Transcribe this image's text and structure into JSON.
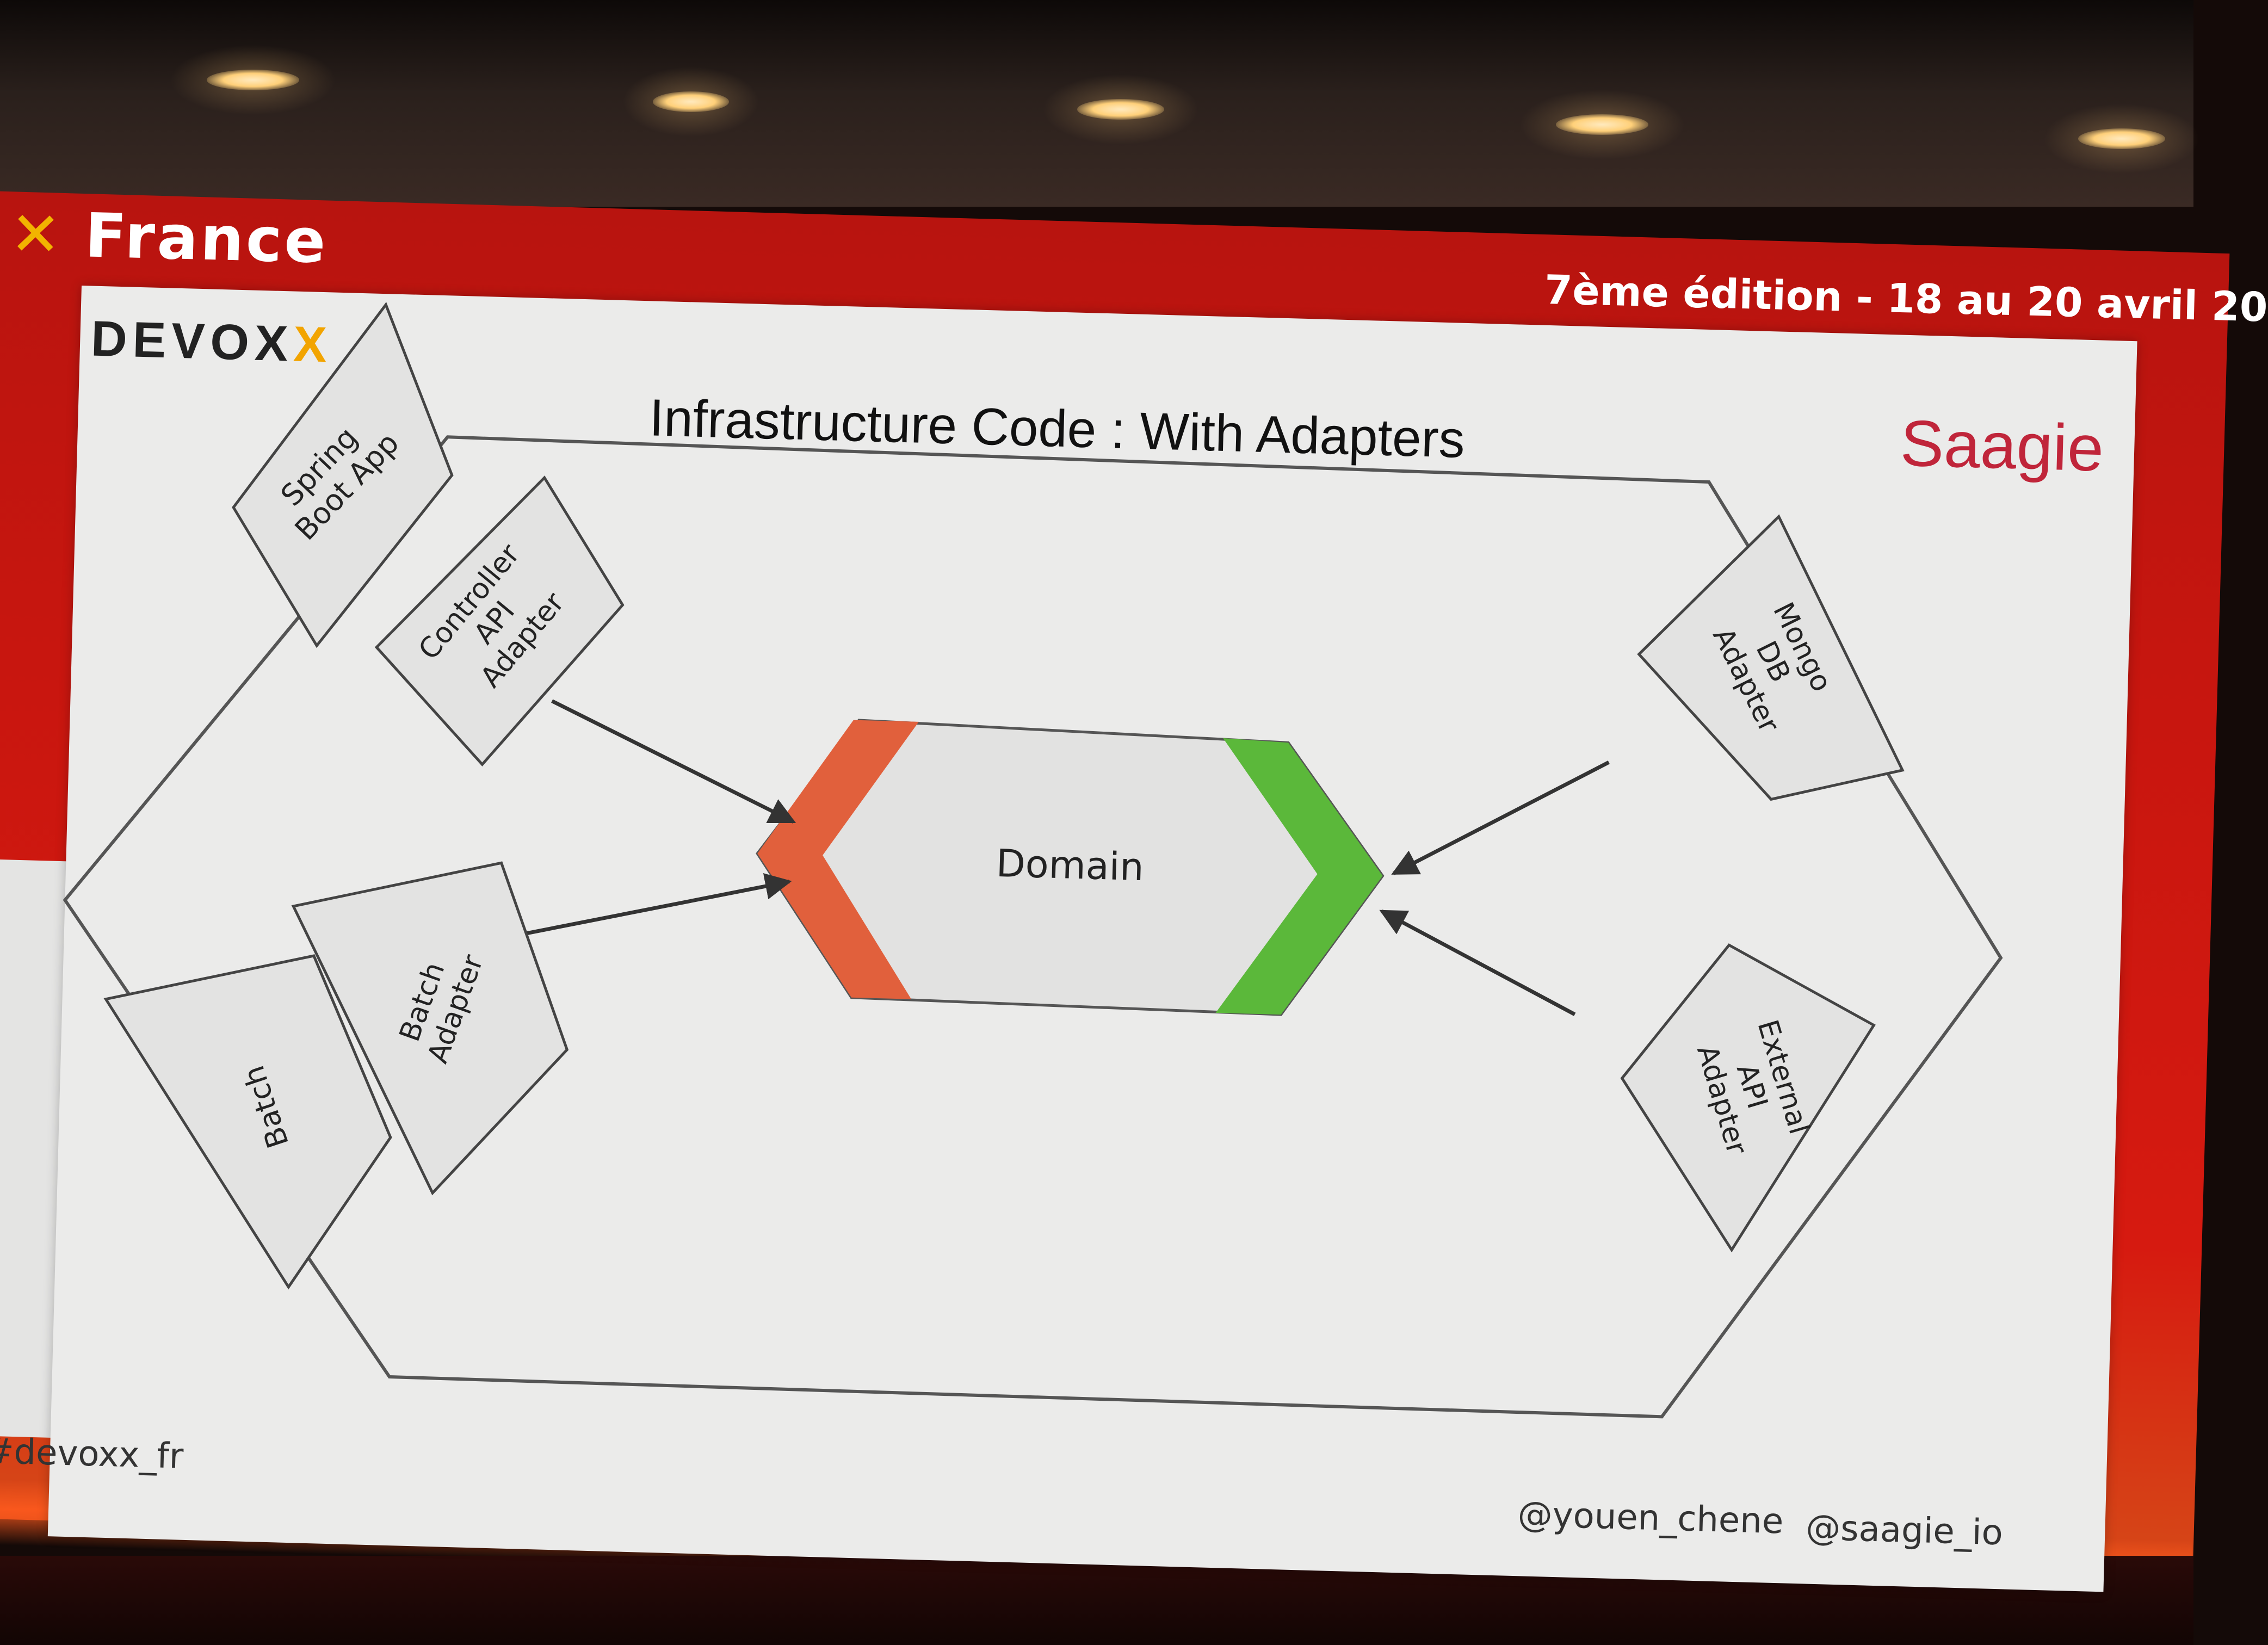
{
  "banner": {
    "brand": "France",
    "edition": "7ème édition - 18 au 20 avril 20"
  },
  "slide": {
    "logo_left": "DEVOX",
    "logo_left_accent": "X",
    "logo_right": "Saagie",
    "title": "Infrastructure Code : With Adapters",
    "hashtag": "#devoxx_fr",
    "handle_speaker": "@youen_chene",
    "handle_company": "@saagie_io"
  },
  "diagram": {
    "domain": "Domain",
    "adapters": [
      {
        "id": "spring-boot-app",
        "lines": [
          "Spring",
          "Boot App"
        ]
      },
      {
        "id": "controller-api-adapter",
        "lines": [
          "Controller",
          "API",
          "Adapter"
        ]
      },
      {
        "id": "batch-adapter",
        "lines": [
          "Batch",
          "Adapter"
        ]
      },
      {
        "id": "batch",
        "lines": [
          "Batch"
        ]
      },
      {
        "id": "mongo-db-adapter",
        "lines": [
          "Mongo",
          "DB",
          "Adapter"
        ]
      },
      {
        "id": "external-api-adapter",
        "lines": [
          "External",
          "API",
          "Adapter"
        ]
      }
    ],
    "colors": {
      "left_chevron": "#e1603c",
      "right_chevron": "#5bb83a",
      "domain_fill": "#e2e2e1",
      "adapter_fill": "#e3e3e2",
      "outline": "#444444"
    }
  }
}
